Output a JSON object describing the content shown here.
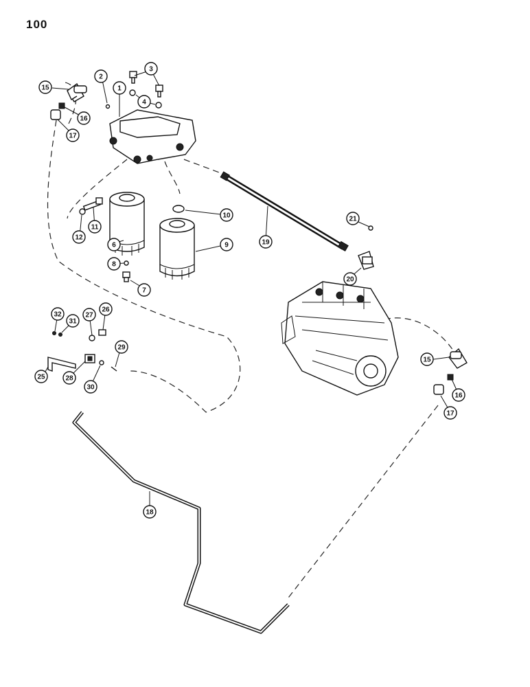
{
  "page_number": "100",
  "callouts": [
    {
      "id": "c1",
      "label": "1"
    },
    {
      "id": "c2",
      "label": "2"
    },
    {
      "id": "c3",
      "label": "3"
    },
    {
      "id": "c4",
      "label": "4"
    },
    {
      "id": "c6",
      "label": "6"
    },
    {
      "id": "c7",
      "label": "7"
    },
    {
      "id": "c8",
      "label": "8"
    },
    {
      "id": "c9",
      "label": "9"
    },
    {
      "id": "c10",
      "label": "10"
    },
    {
      "id": "c11",
      "label": "11"
    },
    {
      "id": "c12",
      "label": "12"
    },
    {
      "id": "c15a",
      "label": "15"
    },
    {
      "id": "c16a",
      "label": "16"
    },
    {
      "id": "c17a",
      "label": "17"
    },
    {
      "id": "c18",
      "label": "18"
    },
    {
      "id": "c19",
      "label": "19"
    },
    {
      "id": "c20",
      "label": "20"
    },
    {
      "id": "c21",
      "label": "21"
    },
    {
      "id": "c25",
      "label": "25"
    },
    {
      "id": "c26",
      "label": "26"
    },
    {
      "id": "c27",
      "label": "27"
    },
    {
      "id": "c28",
      "label": "28"
    },
    {
      "id": "c29",
      "label": "29"
    },
    {
      "id": "c30",
      "label": "30"
    },
    {
      "id": "c31",
      "label": "31"
    },
    {
      "id": "c32",
      "label": "32"
    },
    {
      "id": "c15b",
      "label": "15"
    },
    {
      "id": "c16b",
      "label": "16"
    },
    {
      "id": "c17b",
      "label": "17"
    }
  ]
}
